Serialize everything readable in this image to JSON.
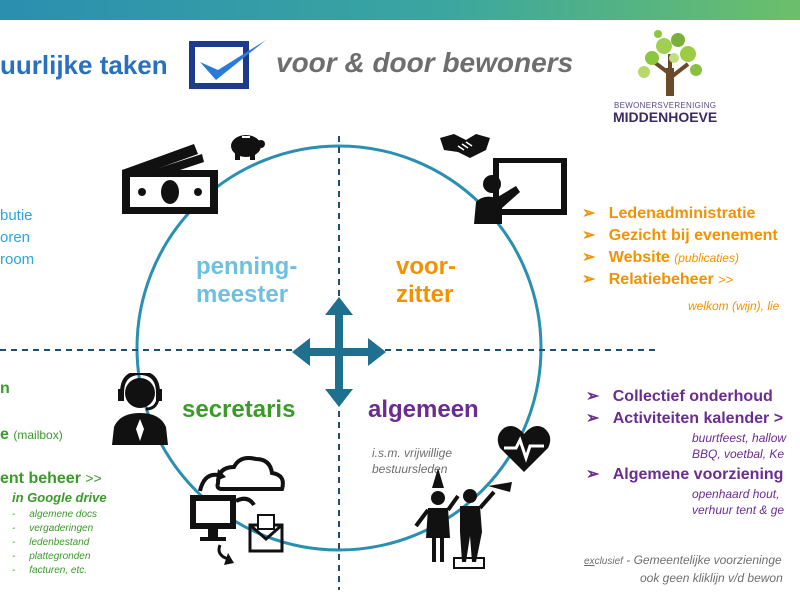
{
  "header": {
    "title_left": "uurlijke taken",
    "title_right": "voor & door bewoners"
  },
  "logo": {
    "line1": "BEWONERSVERENIGING",
    "line2": "MIDDENHOEVE"
  },
  "roles": {
    "penningmeester_1": "penning-",
    "penningmeester_2": "meester",
    "voorzitter_1": "voor-",
    "voorzitter_2": "zitter",
    "secretaris": "secretaris",
    "algemeen": "algemeen"
  },
  "algemeen_note": {
    "line1": "i.s.m. vrijwillige",
    "line2": "bestuursleden"
  },
  "left_top": [
    "butie",
    "oren",
    "room"
  ],
  "left_bottom": {
    "line1": "n",
    "line2_a": "e",
    "line2_b": "(mailbox)",
    "doc_mgmt_a": "ent beheer",
    "doc_mgmt_b": ">>",
    "drive": "in Google drive",
    "files": [
      "algemene docs",
      "vergaderingen",
      "ledenbestand",
      "plattegronden",
      "facturen, etc."
    ]
  },
  "voorzitter_tasks": {
    "items": [
      {
        "label": "Ledenadministratie",
        "suffix": ""
      },
      {
        "label": "Gezicht bij evenement",
        "suffix": ""
      },
      {
        "label": "Website",
        "suffix": "(publicaties)"
      },
      {
        "label": "Relatiebeheer",
        "suffix": ">>"
      }
    ],
    "note": "welkom (wijn), lie"
  },
  "algemeen_tasks": {
    "item1": "Collectief onderhoud",
    "item2": "Activiteiten kalender >",
    "item2_sub1": "buurtfeest, hallow",
    "item2_sub2": "BBQ, voetbal, Ke",
    "item3": "Algemene voorziening",
    "item3_sub1": "openhaard hout,",
    "item3_sub2": "verhuur tent & ge"
  },
  "footnote": {
    "prefix_ex": "ex",
    "prefix_rest": "clusief",
    "line1": "- Gemeentelijke voorzieninge",
    "line2": "ook geen kliklijn v/d bewon"
  },
  "bullet_char": "➢",
  "colors": {
    "circle": "#2a8fb0",
    "penningmeester": "#6fc0e0",
    "voorzitter": "#f39200",
    "secretaris": "#3a9a2a",
    "algemeen": "#6b2c91",
    "title_blue": "#2a70c0",
    "arrows": "#1f6f8f"
  },
  "icons": [
    "checkbox-icon",
    "money-icon",
    "piggy-bank-icon",
    "handshake-icon",
    "presenter-icon",
    "headset-icon",
    "move-arrows-icon",
    "computer-cloud-icon",
    "mail-icon",
    "heartbeat-icon",
    "party-people-icon",
    "tree-logo-icon"
  ]
}
